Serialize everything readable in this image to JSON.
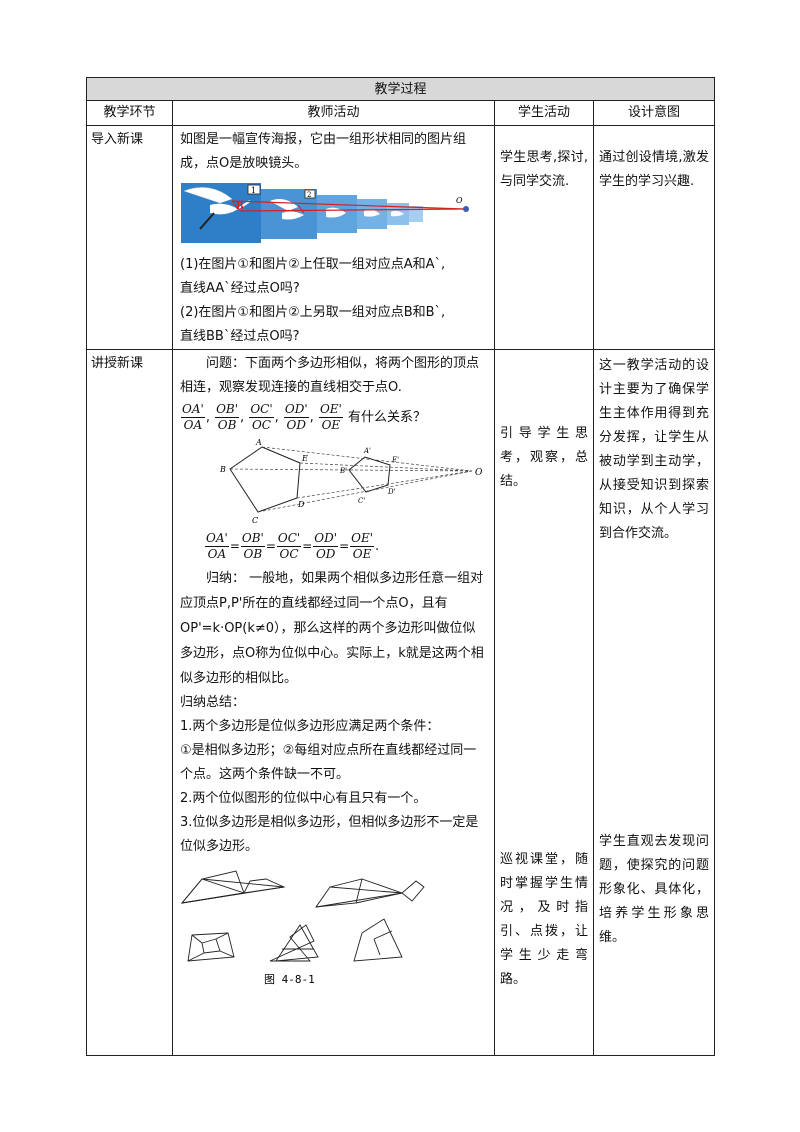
{
  "table": {
    "title": "教学过程",
    "headers": [
      "教学环节",
      "教师活动",
      "学生活动",
      "设计意图"
    ],
    "rows": [
      {
        "stage": "导入新课",
        "teacher": {
          "intro": "如图是一幅宣传海报，它由一组形状相同的图片组成，点O是放映镜头。",
          "q1a": "(1)在图片①和图片②上任取一组对应点A和A`,",
          "q1b": "直线AA`经过点O吗?",
          "q2a": "(2)在图片①和图片②上另取一组对应点B和B`,",
          "q2b": "直线BB`经过点O吗?"
        },
        "student": "学生思考,探讨,与同学交流.",
        "intent": "通过创设情境,激发学生的学习兴趣."
      },
      {
        "stage": "讲授新课",
        "teacher": {
          "problem": "问题：下面两个多边形相似，将两个图形的顶点相连，观察发现连接的直线相交于点O.",
          "question_suffix": "有什么关系？",
          "fractions": [
            {
              "num": "OA'",
              "den": "OA"
            },
            {
              "num": "OB'",
              "den": "OB"
            },
            {
              "num": "OC'",
              "den": "OC"
            },
            {
              "num": "OD'",
              "den": "OD"
            },
            {
              "num": "OE'",
              "den": "OE"
            }
          ],
          "eq_sign": "=",
          "eq_end": ".",
          "induction": "归纳：  一般地，如果两个相似多边形任意一组对应顶点P,P'所在的直线都经过同一个点O，且有OP'=k·OP(k≠0），那么这样的两个多边形叫做位似多边形，点O称为位似中心。实际上，k就是这两个相似多边形的相似比。",
          "summary_title": "归纳总结：",
          "s1": "1.两个多边形是位似多边形应满足两个条件：",
          "s1b": "①是相似多边形；②每组对应点所在直线都经过同一个点。这两个条件缺一不可。",
          "s2": "2.两个位似图形的位似中心有且只有一个。",
          "s3": "3.位似多边形是相似多边形，但相似多边形不一定是位似多边形。",
          "figure_caption": "图 4-8-1"
        },
        "student_a": "引导学生思考，观察，总结。",
        "student_b": "巡视课堂，随时掌握学生情况，及时指引、点拨，让学生少走弯路。",
        "intent_a": "这一教学活动的设计主要为了确保学生主体作用得到充分发挥，让学生从被动学到主动学，从接受知识到探索知识，从个人学习到合作交流。",
        "intent_b": "学生直观去发现问题，使探究的问题形象化、具体化，培养学生形象思维。"
      }
    ]
  },
  "figure_labels": {
    "poster": {
      "b": "B",
      "o": "O",
      "n1": "1",
      "n2": "2"
    },
    "polygon": {
      "A": "A",
      "B": "B",
      "C": "C",
      "D": "D",
      "E": "E",
      "A2": "A'",
      "B2": "B'",
      "C2": "C'",
      "D2": "D'",
      "E2": "E'",
      "O": "O"
    }
  },
  "colors": {
    "title_bg": "#d8d8d8",
    "poster_sky": "#2f7fc8",
    "poster_line": "#d62020"
  }
}
